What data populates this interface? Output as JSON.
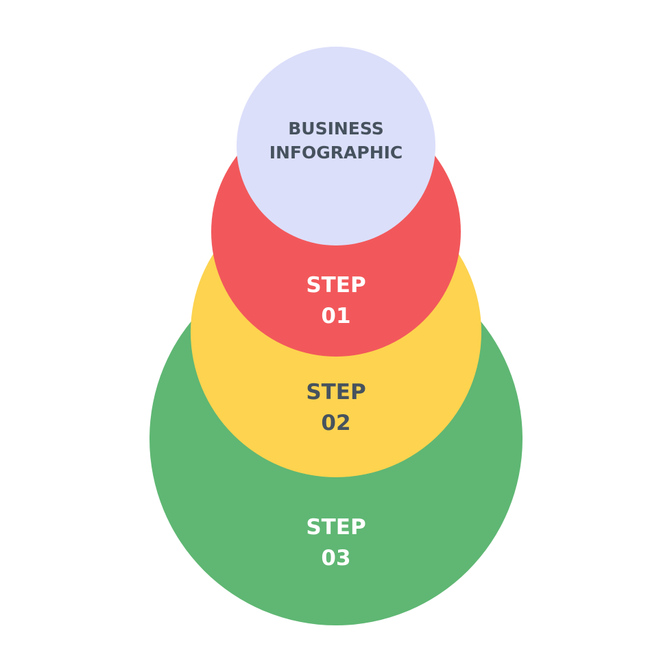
{
  "colors": {
    "title_circle": "#dcdffa",
    "step01_circle": "#f2585b",
    "step02_circle": "#fdd34f",
    "step03_circle": "#5fb773",
    "dark_text": "#46525e",
    "light_text": "#ffffff"
  },
  "title": {
    "line1": "BUSINESS",
    "line2": "INFOGRAPHIC"
  },
  "steps": [
    {
      "word": "STEP",
      "number": "01"
    },
    {
      "word": "STEP",
      "number": "02"
    },
    {
      "word": "STEP",
      "number": "03"
    }
  ]
}
